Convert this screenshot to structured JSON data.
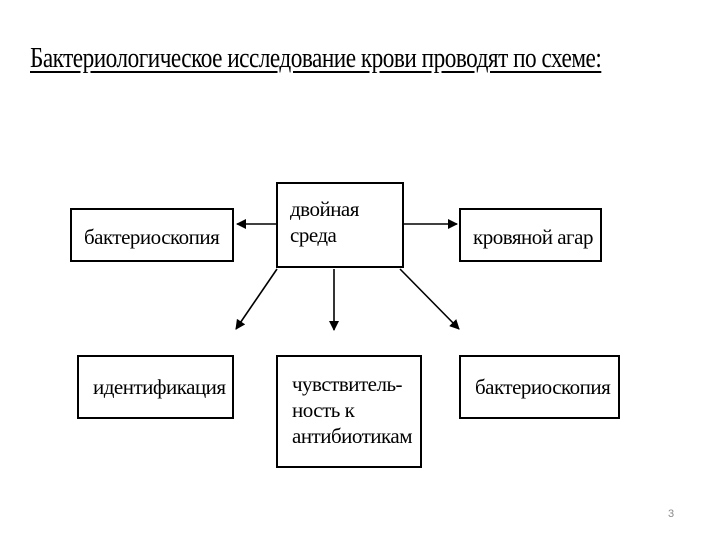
{
  "title": "Бактериологическое исследование крови проводят по схеме:",
  "nodes": {
    "center": "двойная\nсреда",
    "left": "бактериоскопия",
    "right": "кровяной агар",
    "bottom_left": "идентификация",
    "bottom_center": "чувствитель-\nность к\nантибиотикам",
    "bottom_right": "бактериоскопия"
  },
  "page_number": "3"
}
